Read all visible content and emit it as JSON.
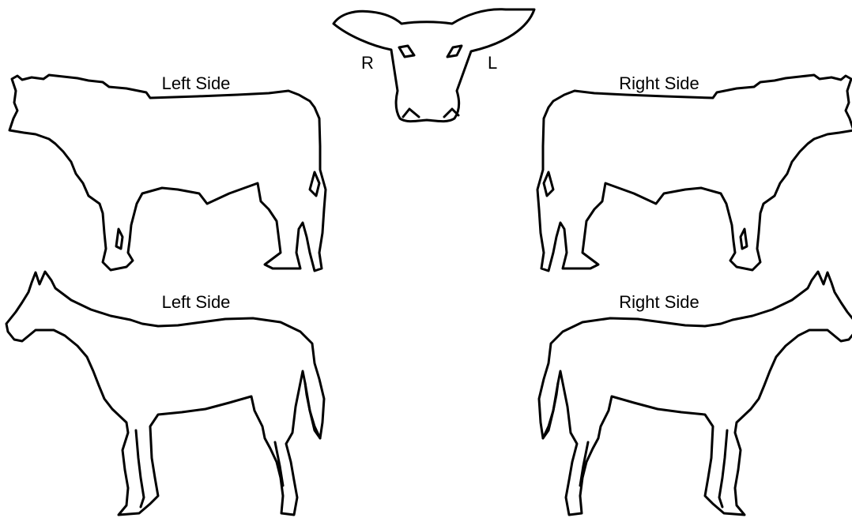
{
  "head_view": {
    "right_marker": "R",
    "left_marker": "L"
  },
  "cattle": {
    "left_label": "Left Side",
    "right_label": "Right Side"
  },
  "horse": {
    "left_label": "Left Side",
    "right_label": "Right Side"
  }
}
